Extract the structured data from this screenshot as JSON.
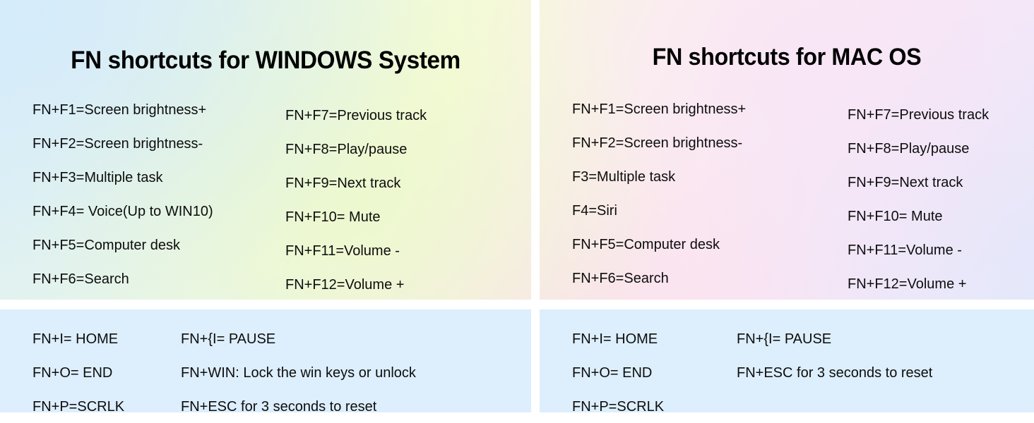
{
  "meta": {
    "document_title": "FN Shortcuts Reference Card",
    "colors": {
      "bottom_panel_bg": "#ddeefc",
      "gutter": "#ffffff",
      "text": "#0d0d0d",
      "title_text": "#000000"
    }
  },
  "windows_panel": {
    "title": "FN shortcuts for WINDOWS System",
    "column_left": [
      "FN+F1=Screen brightness+",
      "FN+F2=Screen brightness-",
      "FN+F3=Multiple task",
      "FN+F4= Voice(Up to WIN10)",
      "FN+F5=Computer desk",
      "FN+F6=Search"
    ],
    "column_right": [
      "FN+F7=Previous track",
      "FN+F8=Play/pause",
      "FN+F9=Next track",
      "FN+F10= Mute",
      "FN+F11=Volume -",
      "FN+F12=Volume +"
    ]
  },
  "mac_panel": {
    "title": "FN shortcuts for MAC OS",
    "column_left": [
      "FN+F1=Screen brightness+",
      "FN+F2=Screen brightness-",
      "F3=Multiple task",
      "F4=Siri",
      "FN+F5=Computer desk",
      "FN+F6=Search"
    ],
    "column_right": [
      "FN+F7=Previous track",
      "FN+F8=Play/pause",
      "FN+F9=Next track",
      "FN+F10= Mute",
      "FN+F11=Volume -",
      "FN+F12=Volume +"
    ]
  },
  "windows_extra_panel": {
    "column_left": [
      "FN+I= HOME",
      "FN+O= END",
      "FN+P=SCRLK"
    ],
    "column_right": [
      "FN+{I= PAUSE",
      "FN+WIN: Lock the win keys or unlock",
      "FN+ESC for 3 seconds to reset"
    ]
  },
  "mac_extra_panel": {
    "column_left": [
      "FN+I= HOME",
      "FN+O= END",
      "FN+P=SCRLK"
    ],
    "column_right": [
      "FN+{I= PAUSE",
      "FN+ESC for 3 seconds to reset",
      ""
    ]
  }
}
